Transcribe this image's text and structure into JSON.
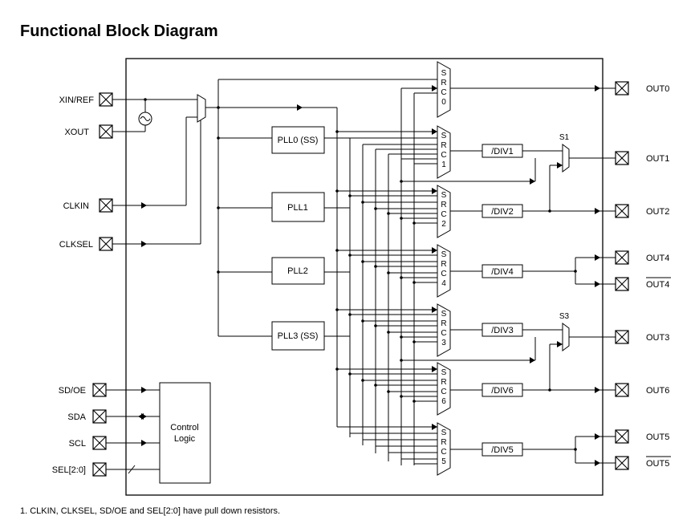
{
  "title": "Functional Block Diagram",
  "footnote": "1. CLKIN, CLKSEL, SD/OE and SEL[2:0] have pull down resistors.",
  "inputs": {
    "xin": "XIN/REF",
    "xout": "XOUT",
    "clkin": "CLKIN",
    "clksel": "CLKSEL",
    "sdoe": "SD/OE",
    "sda": "SDA",
    "scl": "SCL",
    "sel": "SEL[2:0]"
  },
  "outputs": {
    "out0": "OUT0",
    "out1": "OUT1",
    "out2": "OUT2",
    "out4": "OUT4",
    "out4b": "OUT4",
    "out3": "OUT3",
    "out6": "OUT6",
    "out5": "OUT5",
    "out5b": "OUT5"
  },
  "blocks": {
    "pll0": "PLL0 (SS)",
    "pll1": "PLL1",
    "pll2": "PLL2",
    "pll3": "PLL3 (SS)",
    "control1": "Control",
    "control2": "Logic",
    "div1": "/DIV1",
    "div2": "/DIV2",
    "div4": "/DIV4",
    "div3": "/DIV3",
    "div6": "/DIV6",
    "div5": "/DIV5",
    "s1": "S1",
    "s3": "S3"
  },
  "src_letters": [
    "S",
    "R",
    "C"
  ],
  "src_index": {
    "src0": "0",
    "src1": "1",
    "src2": "2",
    "src4": "4",
    "src3": "3",
    "src6": "6",
    "src5": "5"
  }
}
